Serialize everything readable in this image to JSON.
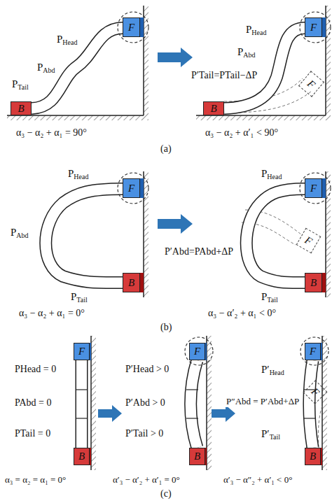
{
  "diagram": {
    "nodes": [
      {
        "text": [
          "B"
        ]
      },
      {
        "text": [
          "F"
        ]
      },
      {
        "text": [
          "B"
        ]
      },
      {
        "text": [
          "F"
        ]
      },
      {
        "text": [
          "F"
        ]
      },
      {
        "text": [
          "F"
        ]
      },
      {
        "text": [
          "B"
        ]
      },
      {
        "text": [
          "F"
        ]
      },
      {
        "text": [
          "B"
        ]
      },
      {
        "text": [
          "F"
        ]
      },
      {
        "text": [
          "F"
        ]
      },
      {
        "text": [
          "B"
        ]
      },
      {
        "text": [
          "F"
        ]
      },
      {
        "text": [
          "B"
        ]
      },
      {
        "text": [
          "F"
        ]
      },
      {
        "text": [
          "B"
        ]
      },
      {
        "text": [
          "F"
        ]
      }
    ],
    "labels": [
      "PHead",
      "PAbd",
      "PTail",
      "α₃ − α₂ + α₁ = 90°",
      "PHead",
      "PAbd",
      "P′Tail=PTail−ΔP",
      "α₃ − α₂ + α′₁ < 90°",
      "(a)",
      "PHead",
      "PAbd",
      "PTail",
      "α₃ − α₂ + α₁ = 0°",
      "PHead",
      "P′Abd=PAbd+ΔP",
      "PTail",
      "α₃ − α′₂ + α₁ < 0°",
      "(b)",
      "PHead = 0",
      "PAbd = 0",
      "PTail = 0",
      "P′Head > 0",
      "P′Abd > 0",
      "P′Tail > 0",
      "P′Head",
      "P″Abd = P′Abd+ΔP",
      "P′Tail",
      "α₃ = α₂ = α₁ = 0°",
      "α′₃ − α′₂ + α′₁ = 0°",
      "α′₃ − α″₂ + α′₁ < 0°",
      "(c)"
    ]
  }
}
